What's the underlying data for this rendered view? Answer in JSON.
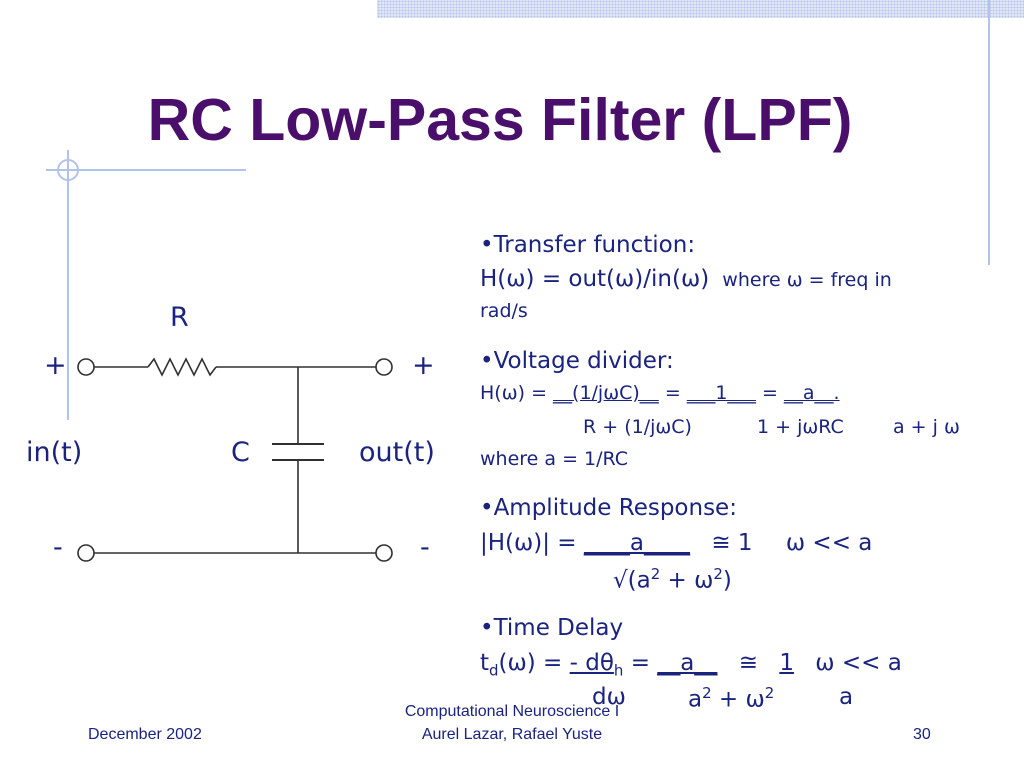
{
  "slide": {
    "title": "RC Low-Pass Filter (LPF)"
  },
  "circuit": {
    "resistor_label": "R",
    "capacitor_label": "C",
    "in_plus": "+",
    "out_plus": "+",
    "in_minus": "-",
    "out_minus": "-",
    "input_label": "in(t)",
    "output_label": "out(t)"
  },
  "content": {
    "transfer": {
      "heading": "•Transfer function:",
      "eq": "H(ω) = out(ω)/in(ω)",
      "note_a": "where ω = freq in",
      "note_b": "rad/s"
    },
    "divider": {
      "heading": "•Voltage divider:",
      "lhs": "H(ω) = ",
      "num1": "__(1/jωC)__",
      "eq1": " = ",
      "num2": "___1___",
      "eq2": " = ",
      "num3": "__a__.",
      "den1": "R + (1/jωC)",
      "den2": "1 + jωRC",
      "den3": "a + j ω",
      "where": "where a = 1/RC"
    },
    "amplitude": {
      "heading": "•Amplitude Response:",
      "lhs": "|H(ω)| = ",
      "num": "____a____",
      "approx": "≅ 1",
      "cond": "ω << a",
      "den_prefix": "√(a",
      "den_exp1": "2",
      "den_mid": " + ω",
      "den_exp2": "2",
      "den_suffix": ")"
    },
    "delay": {
      "heading": "•Time Delay",
      "lhs_t": "t",
      "lhs_sub": "d",
      "lhs_rest": "(ω) = ",
      "num1": "- dθ",
      "num1_sub": "h",
      "eq1": " = ",
      "num2": "__a__",
      "approx": "≅",
      "num3": "1",
      "cond": "ω << a",
      "den1": "dω",
      "den2_a": "a",
      "den2_exp1": "2",
      "den2_mid": " + ω",
      "den2_exp2": "2",
      "den3": "a"
    }
  },
  "footer": {
    "date": "December 2002",
    "course": "Computational Neuroscience I",
    "authors": "Aurel Lazar, Rafael Yuste",
    "page": "30"
  },
  "colors": {
    "title": "#4a0f6b",
    "text": "#1a237e",
    "decor_line": "#b3c2ea",
    "circuit": "#303030"
  }
}
